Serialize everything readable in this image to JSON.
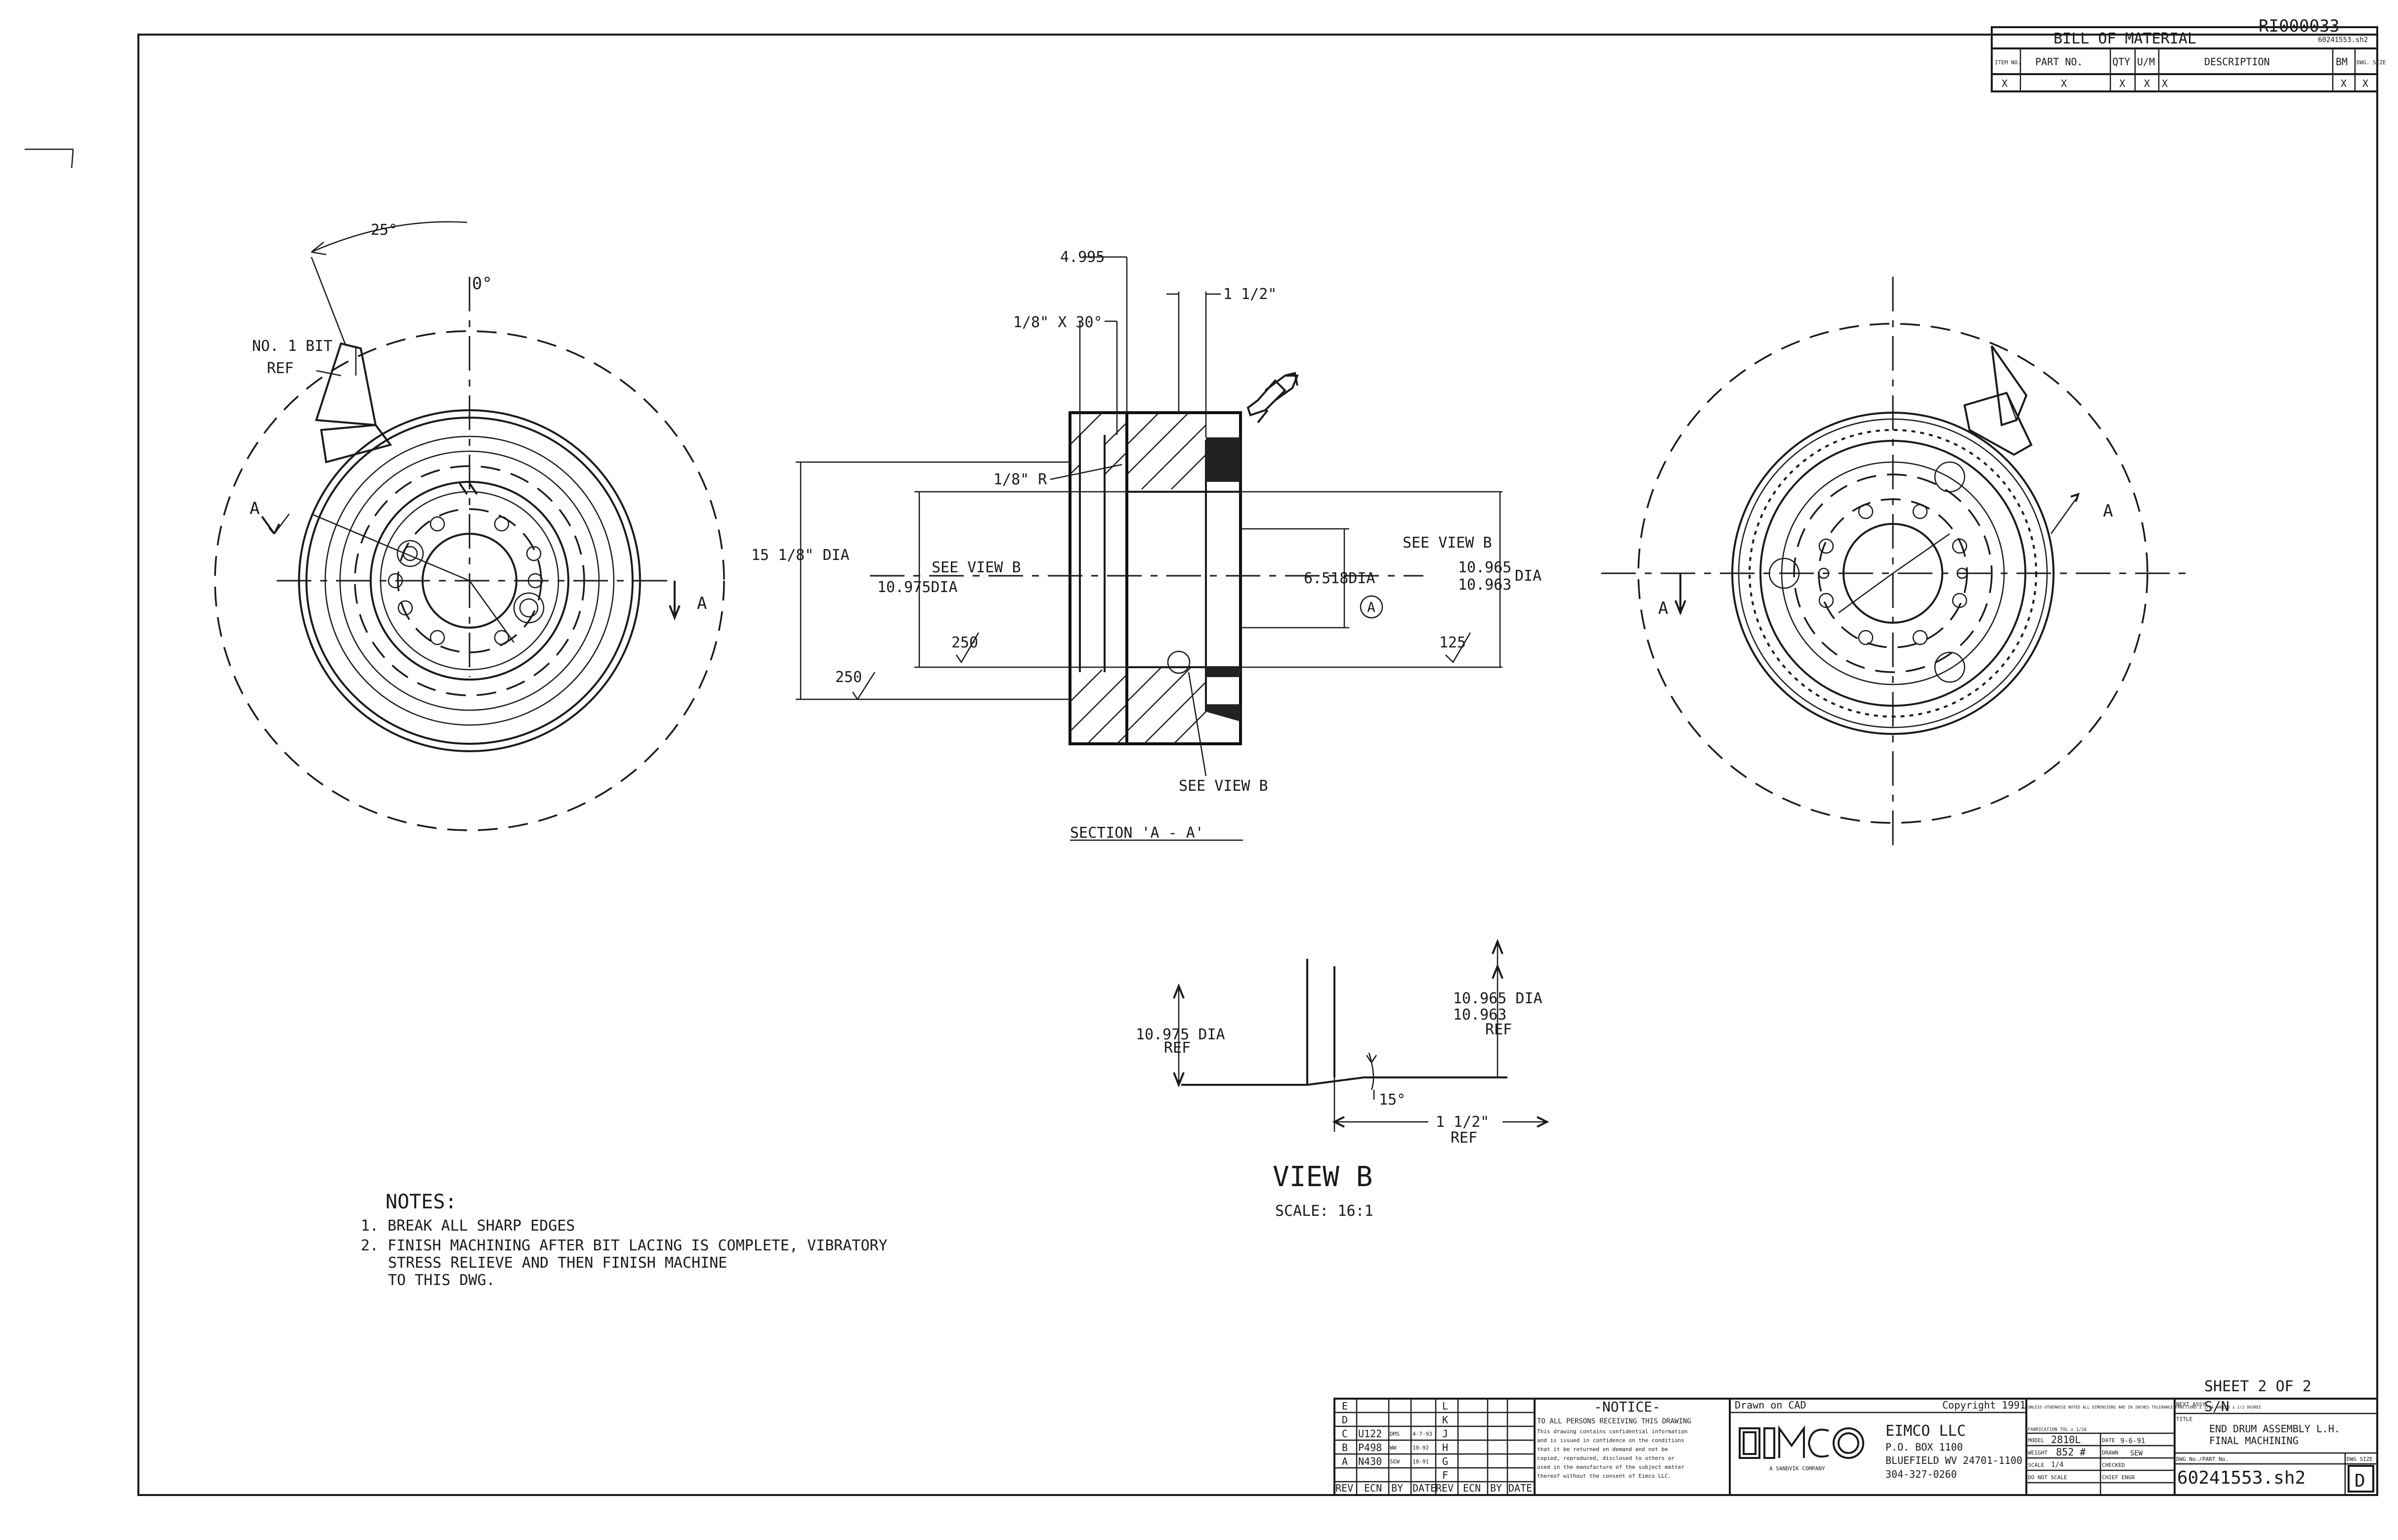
{
  "doc_id": "RI000033",
  "bom": {
    "title": "BILL OF MATERIAL",
    "sheet_ref": "60241553.sh2",
    "headers": {
      "item": "ITEM NO.",
      "part": "PART NO.",
      "qty": "QTY",
      "um": "U/M",
      "desc": "DESCRIPTION",
      "bm": "BM",
      "dwg": "DWG. SIZE"
    },
    "row": {
      "item": "X",
      "part": "X",
      "qty": "X",
      "um": "X",
      "desc": "X",
      "bm": "X",
      "dwg": "X"
    }
  },
  "left_view": {
    "angle_25": "25°",
    "angle_0": "0°",
    "bit_ref_1": "NO. 1 BIT",
    "bit_ref_2": "REF",
    "sec_a_1": "A",
    "sec_a_2": "A"
  },
  "section": {
    "dim_4995": "4.995",
    "dim_1_5": "1 1/2\"",
    "chamfer": "1/8\" X 30°",
    "radius": "1/8\" R",
    "od_dia": "15 1/8\" DIA",
    "see_b_1": "SEE VIEW B",
    "left_dia": "10.975DIA",
    "dim_6518": "6.518DIA",
    "datum_a": "A",
    "see_b_2": "SEE VIEW B",
    "right_dia_1": "10.965",
    "right_dia_2": "10.963",
    "right_dia_3": "DIA",
    "finish_250a": "250",
    "finish_250b": "250",
    "finish_125": "125",
    "see_b_3": "SEE VIEW B",
    "title": "SECTION 'A - A'"
  },
  "right_view": {
    "sec_a_1": "A",
    "sec_a_2": "A"
  },
  "view_b": {
    "left_dia_1": "10.975 DIA",
    "left_dia_2": "REF",
    "right_dia_1": "10.965 DIA",
    "right_dia_2": "10.963",
    "right_dia_3": "REF",
    "angle": "15°",
    "len_1": "1 1/2\"",
    "len_2": "REF",
    "title": "VIEW B",
    "scale": "SCALE: 16:1"
  },
  "notes": {
    "title": "NOTES:",
    "n1": "1. BREAK ALL SHARP EDGES",
    "n2a": "2. FINISH MACHINING AFTER BIT LACING IS COMPLETE, VIBRATORY",
    "n2b": "STRESS RELIEVE AND THEN FINISH MACHINE",
    "n2c": "TO THIS DWG."
  },
  "title_block": {
    "sheet": "SHEET 2 OF 2",
    "rev_letters_left": [
      "E",
      "D",
      "C",
      "B",
      "A"
    ],
    "rev_letters_right": [
      "L",
      "K",
      "J",
      "H",
      "G",
      "F"
    ],
    "rev_rows": [
      {
        "ecn": "",
        "by": "",
        "date": ""
      },
      {
        "ecn": "",
        "by": "",
        "date": ""
      },
      {
        "ecn": "U122",
        "by": "DMS",
        "date": "4-7-93"
      },
      {
        "ecn": "P498",
        "by": "WW",
        "date": "10-92"
      },
      {
        "ecn": "N430",
        "by": "SEW",
        "date": "10-91"
      }
    ],
    "rev_headers": {
      "rev": "REV",
      "ecn": "ECN",
      "by": "BY",
      "date": "DATE"
    },
    "notice_title": "-NOTICE-",
    "notice_lines": [
      "TO ALL PERSONS RECEIVING THIS DRAWING",
      "This drawing contains confidential information",
      "and is issued in confidence on the conditions",
      "that it be returned on demand and not be",
      "copied, reproduced, disclosed to others or",
      "used in the manufacture of the subject matter",
      "thereof without the consent of Eimco LLC."
    ],
    "drawn_on": "Drawn on CAD",
    "copyright": "Copyright 1991",
    "company": "EIMCO LLC",
    "address_1": "P.O. BOX 1100",
    "address_2": "BLUEFIELD WV 24701-1100",
    "phone": "304-327-0260",
    "logo_sub": "A SANDVIK COMPANY",
    "tolerance_note": "UNLESS OTHERWISE NOTED ALL DIMENSIONS ARE IN INCHES TOLERANCE FRACTIONS ± 1/64 ANGLES ± 1/2 DEGREE",
    "fabrication_tol": "FABRICATION TOL ± 1/16",
    "model_label": "MODEL",
    "model_value": "2810L",
    "date_label": "DATE",
    "date_value": "9-6-91",
    "weight_label": "WEIGHT",
    "weight_value": "852 #",
    "drawn_label": "DRAWN",
    "drawn_value": "SEW",
    "scale_label": "SCALE",
    "scale_value": "1/4",
    "checked_label": "CHECKED",
    "no_scale": "DO NOT SCALE",
    "chief_eng": "CHIEF ENGR",
    "next_assy_label": "NEXT ASSY",
    "next_assy_value": "S/N",
    "title_label": "TITLE",
    "title_1": "END DRUM ASSEMBLY L.H.",
    "title_2": "FINAL MACHINING",
    "dwg_no_label": "DWG No./PART No.",
    "dwg_no": "60241553.sh2",
    "size_label": "DWG SIZE",
    "size": "D"
  }
}
